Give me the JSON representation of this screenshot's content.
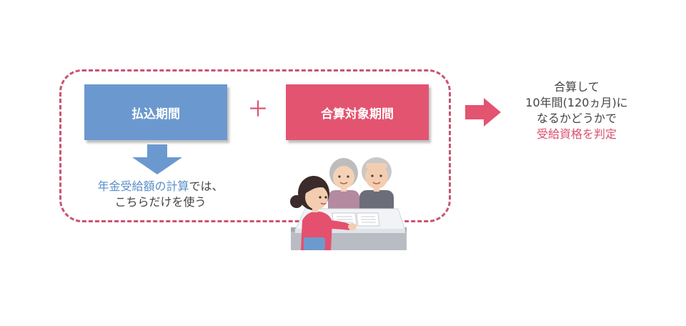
{
  "boxes": {
    "left_label": "払込期間",
    "right_label": "合算対象期間",
    "operator": "＋"
  },
  "note_left": {
    "highlight": "年金受給額の計算",
    "line1_rest": "では、",
    "line2": "こちらだけを使う"
  },
  "note_right": {
    "line1": "合算して",
    "line2": "10年間(120ヵ月)に",
    "line3": "なるかどうかで",
    "line4_highlight": "受給資格を判定"
  },
  "colors": {
    "blue_box": "#6b99cf",
    "red_box": "#e35470",
    "dashed_frame": "#c95472",
    "down_arrow": "#6b99cf",
    "right_arrow": "#e35470",
    "text_blue": "#5a8fc8",
    "text_red": "#d9506d"
  },
  "illustration": {
    "icon": "consultation-illustration"
  }
}
